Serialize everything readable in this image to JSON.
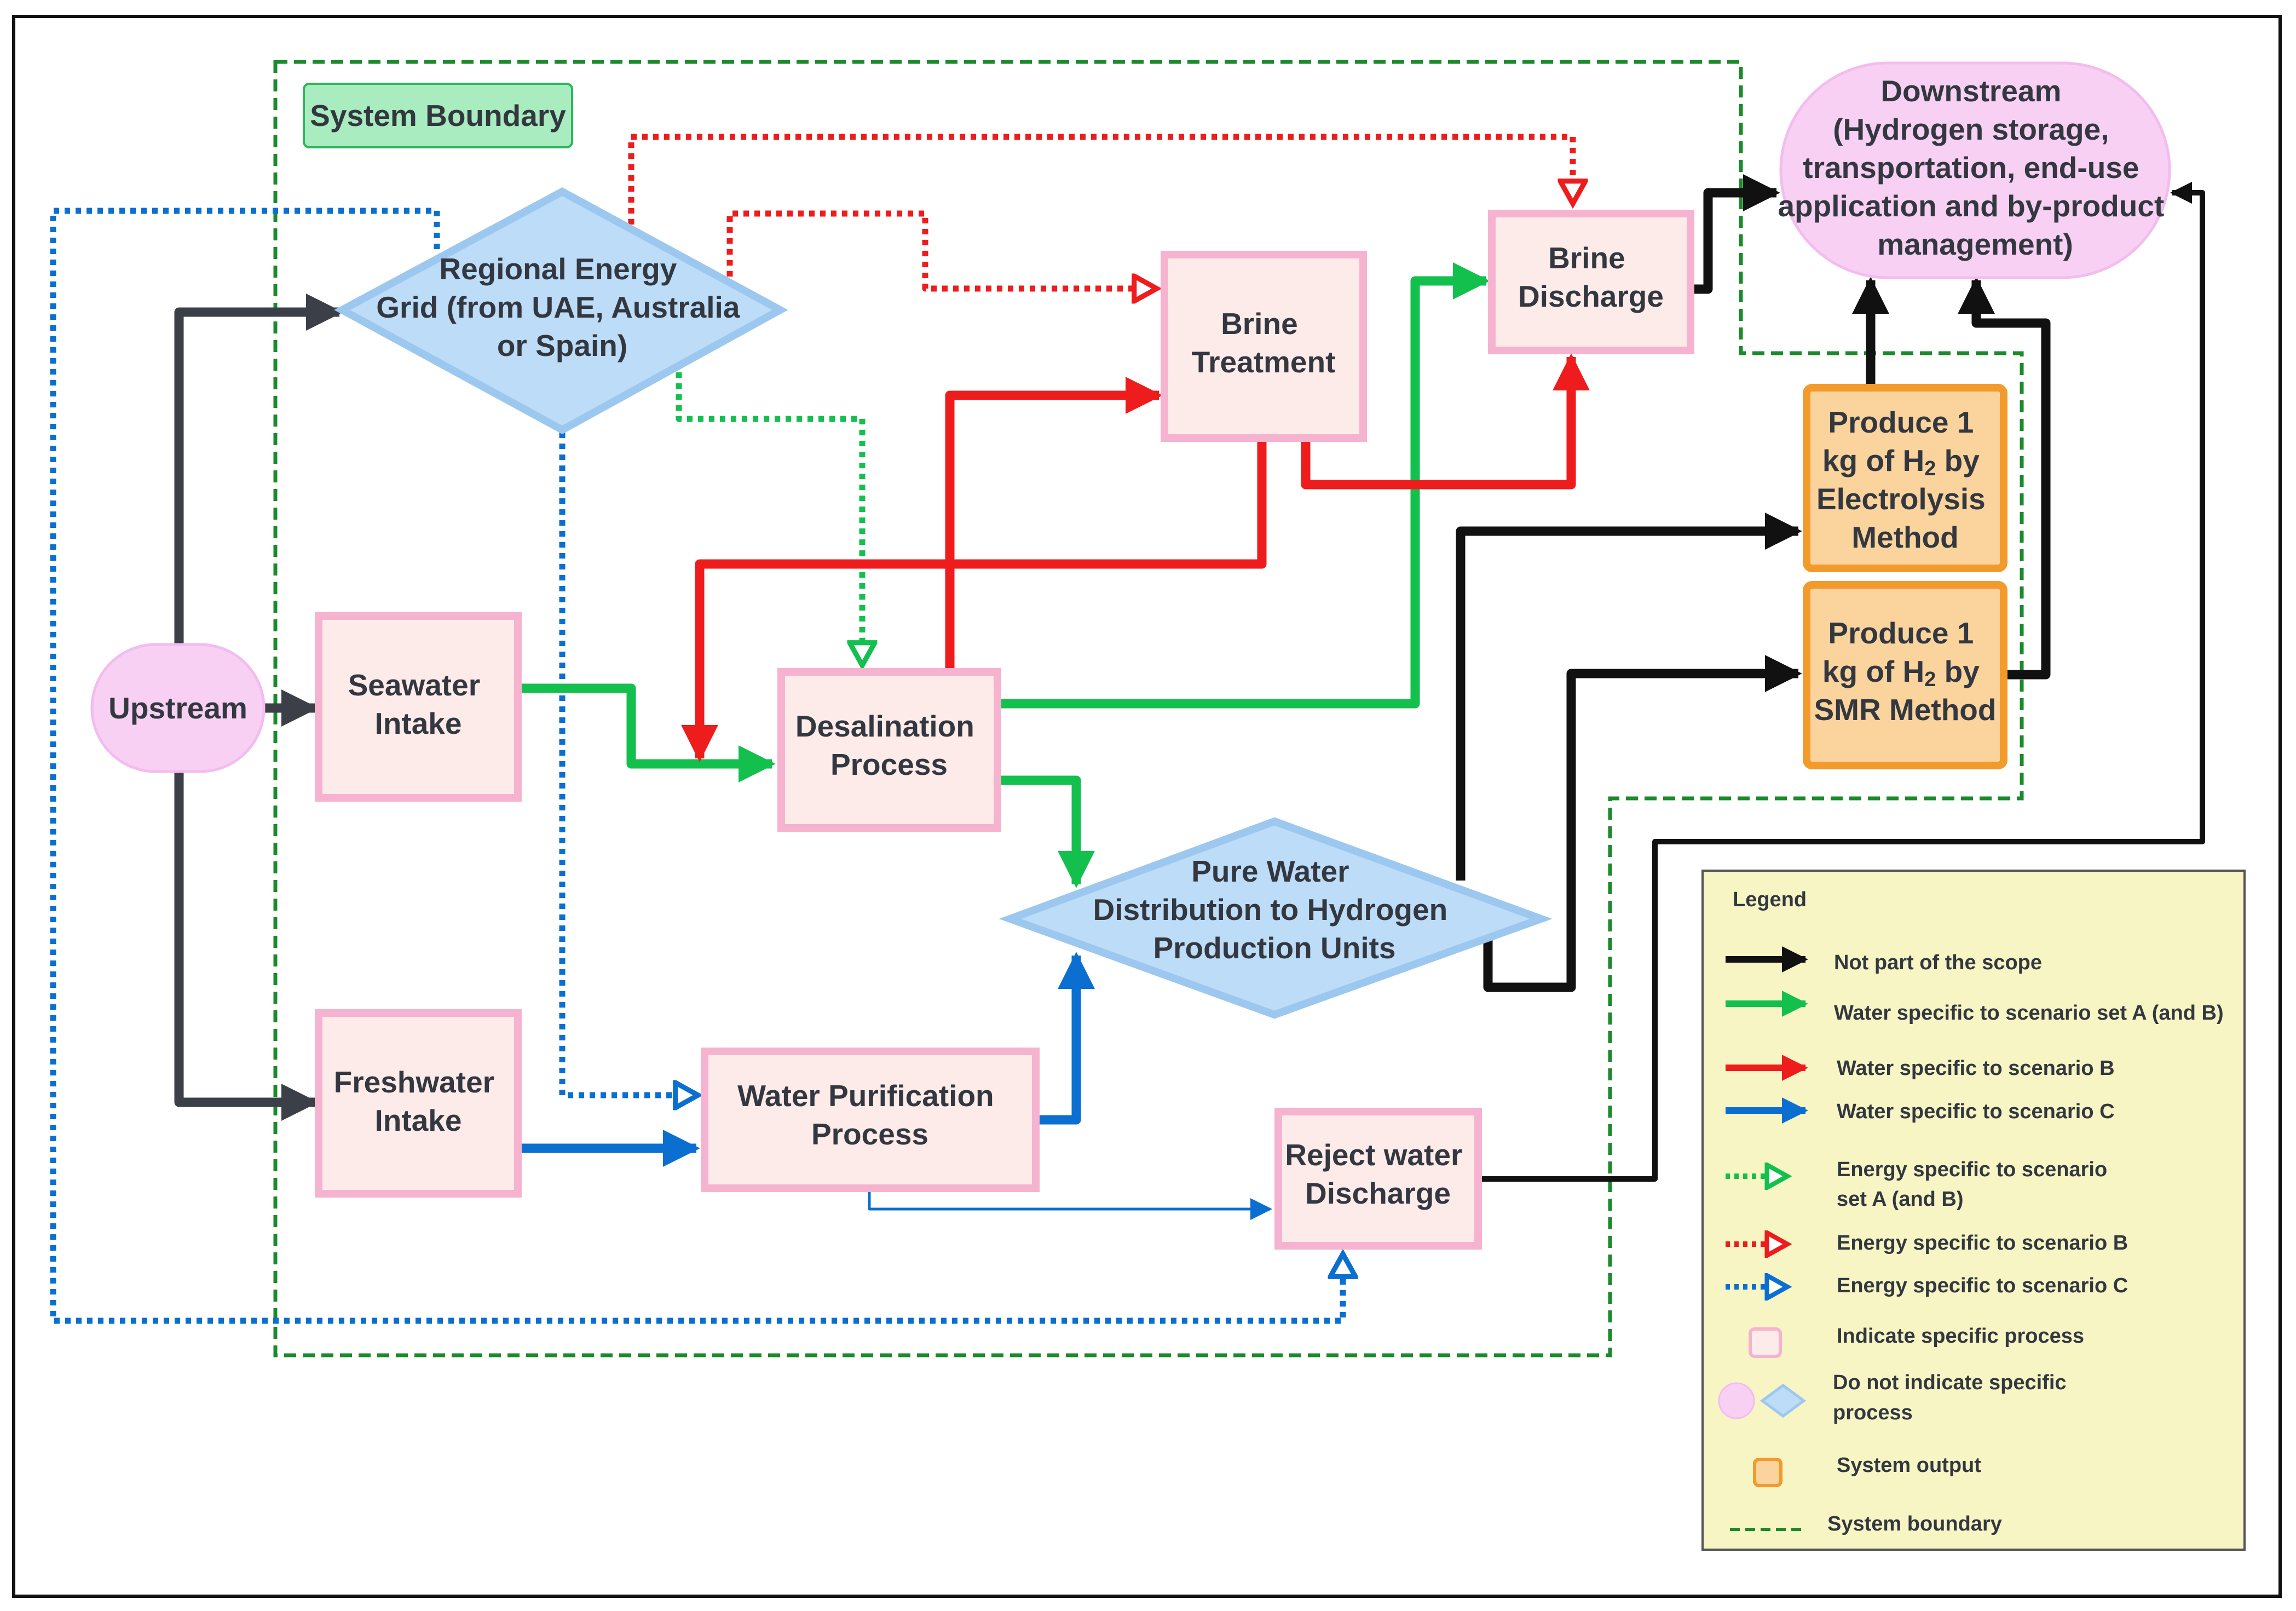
{
  "nodes": {
    "system_boundary_label": "System Boundary",
    "regional_grid": [
      "Regional Energy",
      "Grid (from UAE, Australia",
      "or Spain)"
    ],
    "upstream": [
      "Upstream"
    ],
    "seawater_intake": [
      "Seawater",
      "Intake"
    ],
    "freshwater_intake": [
      "Freshwater",
      "Intake"
    ],
    "desalination": [
      "Desalination",
      "Process"
    ],
    "water_purification": [
      "Water Purification",
      "Process"
    ],
    "brine_treatment": [
      "Brine",
      "Treatment"
    ],
    "brine_discharge": [
      "Brine",
      "Discharge"
    ],
    "pure_water": [
      "Pure Water",
      "Distribution to Hydrogen",
      "Production Units"
    ],
    "reject_water": [
      "Reject water",
      "Discharge"
    ],
    "downstream": [
      "Downstream",
      "(Hydrogen storage,",
      "transportation, end-use",
      "application and by-product",
      "management)"
    ],
    "electrolysis": {
      "l1": "Produce 1",
      "l2a": "kg of H",
      "sub": "2",
      "l2b": " by",
      "l3": "Electrolysis",
      "l4": "Method"
    },
    "smr": {
      "l1": "Produce 1",
      "l2a": "kg of H",
      "sub": "2",
      "l2b": " by",
      "l3": "SMR Method"
    }
  },
  "legend": {
    "title": "Legend",
    "items": [
      "Not part of the scope",
      "Water specific to scenario set A (and B)",
      "Water specific to scenario B",
      "Water specific to scenario C",
      "Energy specific to scenario set A (and B)",
      "Energy specific to scenario B",
      "Energy specific to scenario C",
      "Indicate specific process",
      "Do not indicate specific process",
      "System output",
      "System boundary"
    ],
    "wrapped": {
      "energy_a": [
        "Energy specific to scenario",
        "set A (and B)"
      ],
      "no_process": [
        "Do not indicate specific",
        "process"
      ]
    }
  },
  "colors": {
    "black": "#111111",
    "dark": "#3a3f48",
    "green": "#13c04e",
    "red": "#ee1c1c",
    "blue": "#0a6fd0",
    "boundary": "#1a8a2a",
    "process_fill": "#fdebea",
    "process_stroke": "#f6b3cf",
    "diamond_fill": "#bcdcf8",
    "diamond_stroke": "#9cc8f0",
    "pink_fill": "#f7d0f4",
    "output_fill": "#fbd39c",
    "output_stroke": "#f39a2c",
    "legend_fill": "#f7f5c4",
    "label_fill": "#a8ecbf"
  }
}
